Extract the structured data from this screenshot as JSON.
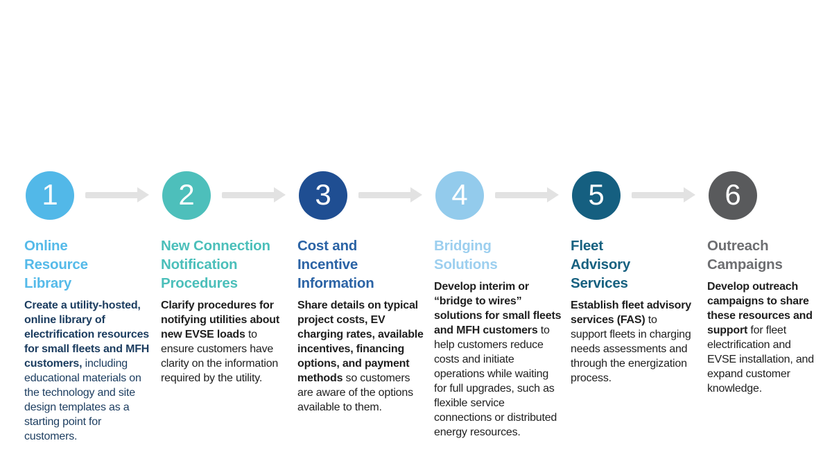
{
  "colors": {
    "arrow": "#E2E2E2",
    "background": "#FFFFFF"
  },
  "steps": [
    {
      "number": "1",
      "circle_color": "#52B8E8",
      "heading": "Online\nResource\nLibrary",
      "heading_color": "#55BAE9",
      "body_color": "#1B3C5F",
      "body_bold": "Create a utility-hosted, online library of electrification resources for small fleets and MFH customers,",
      "body_regular": "including educational materials on the technology and site design templates as a starting point for customers."
    },
    {
      "number": "2",
      "circle_color": "#4DBFBB",
      "heading": "New Connection\nNotification\nProcedures",
      "heading_color": "#4BBFBA",
      "body_color": "#1E1E1E",
      "body_bold": "Clarify procedures for notifying utilities about new EVSE  loads",
      "body_regular": "to ensure customers have clarity on the information required by the utility."
    },
    {
      "number": "3",
      "circle_color": "#1F4E92",
      "heading": "Cost and\nIncentive\nInformation",
      "heading_color": "#2B63A5",
      "body_color": "#1E1E1E",
      "body_bold": "Share details on typical project costs, EV charging rates, available incentives, financing options, and payment methods",
      "body_regular": "so customers are aware of the options available to them."
    },
    {
      "number": "4",
      "circle_color": "#93CBEC",
      "heading": "Bridging\nSolutions",
      "heading_color": "#9CCFEF",
      "body_color": "#1E1E1E",
      "body_bold": "Develop interim or “bridge to wires” solutions for small fleets and MFH customers",
      "body_regular": "to help customers reduce costs and initiate operations while waiting for full upgrades, such as flexible service connections or distributed energy resources."
    },
    {
      "number": "5",
      "circle_color": "#155F80",
      "heading": "Fleet\nAdvisory\nServices",
      "heading_color": "#176180",
      "body_color": "#1E1E1E",
      "body_bold": "Establish fleet advisory services (FAS)",
      "body_regular": "to support fleets in charging needs assessments and through the energization process."
    },
    {
      "number": "6",
      "circle_color": "#595A5C",
      "heading": "Outreach\nCampaigns",
      "heading_color": "#6D6E71",
      "body_color": "#1E1E1E",
      "body_bold": "Develop outreach campaigns to share these resources and support",
      "body_regular": "for fleet electrification and EVSE installation, and expand customer knowledge."
    }
  ]
}
